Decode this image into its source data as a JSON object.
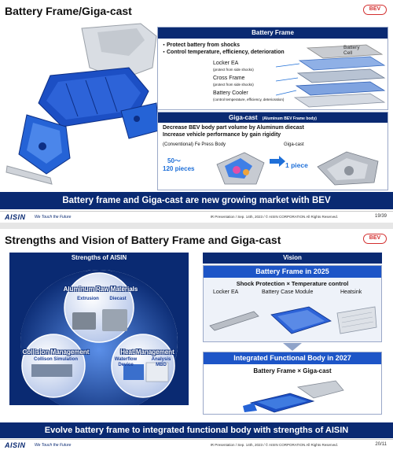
{
  "slide1": {
    "title": "Battery Frame/Giga-cast",
    "badge": "BEV",
    "battery_frame": {
      "header": "Battery Frame",
      "bullets": [
        "・Protect battery from shocks",
        "・Control temperature, efficiency, deterioration"
      ],
      "battery_cell": "Battery Cell",
      "locker_ea": "Locker EA",
      "locker_ea_note": "(protect from side shocks)",
      "cross_frame": "Cross Frame",
      "cross_frame_note": "(protect from side shocks)",
      "battery_cooler": "Battery Cooler",
      "battery_cooler_note": "(control temperature, efficiency, deterioration)"
    },
    "giga_cast": {
      "header": "Giga-cast",
      "header_note": "(Aluminum BEV Frame body)",
      "line1": "Decrease BEV body part volume by Aluminum diecast",
      "line2": "Increase vehicle performance by gain rigidity",
      "conventional_label": "(Conventional) Fe Press Body",
      "gigacast_label": "Giga-cast",
      "pieces_before_1": "50～",
      "pieces_before_2": "120 pieces",
      "pieces_after": "1 piece"
    },
    "banner": "Battery frame and Giga-cast are new growing market with BEV",
    "footer": {
      "logo": "AISIN",
      "tagline": "We Touch the Future",
      "text": "IR Presentation / Sep. 14th, 2023 / © AISIN CORPORATION All Rights Reserved.",
      "page": "19/39"
    }
  },
  "slide2": {
    "title": "Strengths and Vision of Battery Frame and Giga-cast",
    "badge": "BEV",
    "strengths": {
      "header": "Strengths of AISIN",
      "aluminum": "Aluminum Raw Materials",
      "extrusion": "Extrusion",
      "diecast": "Diecast",
      "collision": "Collision Management",
      "collision_sim": "Collison Simulation",
      "heat": "Heat Management",
      "waterflow": "Waterflow Device",
      "analysis": "Analysis MBD"
    },
    "vision": {
      "header": "Vision",
      "frame_2025": "Battery Frame in 2025",
      "shock": "Shock Protection × Temperature control",
      "locker_ea": "Locker EA",
      "case_module": "Battery Case Module",
      "heatsink": "Heatsink",
      "body_2027": "Integrated Functional Body in 2027",
      "combo": "Battery Frame × Giga-cast"
    },
    "banner": "Evolve battery frame to integrated functional body with strengths of AISIN",
    "footer": {
      "logo": "AISIN",
      "tagline": "We Touch the Future",
      "text": "IR Presentation / Sep. 14th, 2023 / © AISIN CORPORATION All Rights Reserved.",
      "page": "20/11"
    }
  },
  "colors": {
    "navy": "#0a2a72",
    "accent_blue": "#1e6fd8",
    "badge_red": "#d32f2f"
  }
}
